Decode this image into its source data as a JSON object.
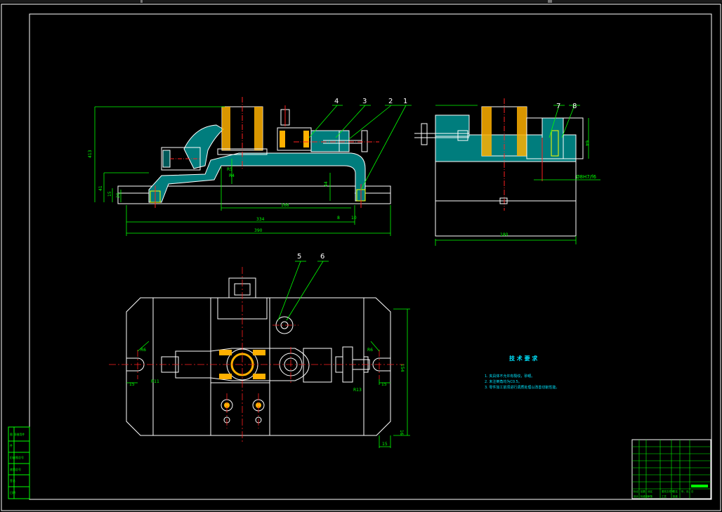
{
  "balloons": [
    "1",
    "2",
    "3",
    "4",
    "5",
    "6",
    "7",
    "8"
  ],
  "dims": {
    "height_413": "413",
    "d_41": "41",
    "d_15": "15",
    "d_20": "20",
    "r5": "R5",
    "len_166": "166",
    "len_334": "334",
    "len_390": "390",
    "d_44": "44",
    "top_w": "180",
    "right_64": "64",
    "fit": "Ø8H7/f6",
    "r6_left": "R6",
    "r6_right": "R6",
    "r_left_lower": "R11",
    "r_right_lower": "R13",
    "d_15_left": "15",
    "d_15_right": "15",
    "w_154": "154",
    "d_15_bottom": "15",
    "d_16_bottom": "16",
    "small_r4": "R4",
    "small_8": "8",
    "d_10": "10"
  },
  "notes": {
    "title": "技 术 要 求",
    "items": [
      "1. 夹具体不允许有裂纹，砂眼。",
      "2. 未注倒角均为C0.5。",
      "3. 零件加工前须进行调质处理以改善切削性能。"
    ]
  },
  "left_table": {
    "rows": [
      "图 纸借用件",
      "件",
      "旧底图总号",
      "底图总号",
      "签名",
      "日期"
    ]
  },
  "title_block": {
    "label_rows": [
      "标记",
      "处数",
      "分区",
      "更改文件号",
      "签名",
      "年、月、日"
    ],
    "footer": [
      "设计",
      "标准化",
      "审核",
      "工艺",
      "批准"
    ]
  },
  "colors": {
    "line": "#ffffff",
    "dim": "#00ff00",
    "center": "#ff2020",
    "hidden": "#ffff00",
    "hatch": "#00c8c8",
    "border": "#ffffff",
    "text_cyan": "#00e5ff"
  }
}
